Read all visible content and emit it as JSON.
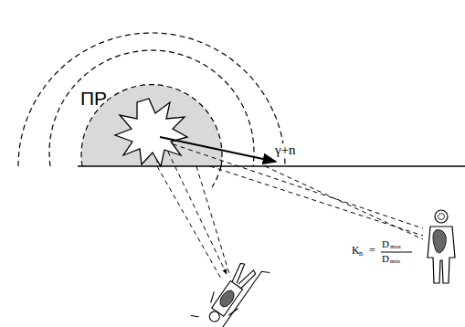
{
  "diagram": {
    "labels": [
      "ПР",
      "γ+n",
      "K",
      "n",
      "=",
      "D",
      "max",
      "D",
      "min"
    ]
  }
}
